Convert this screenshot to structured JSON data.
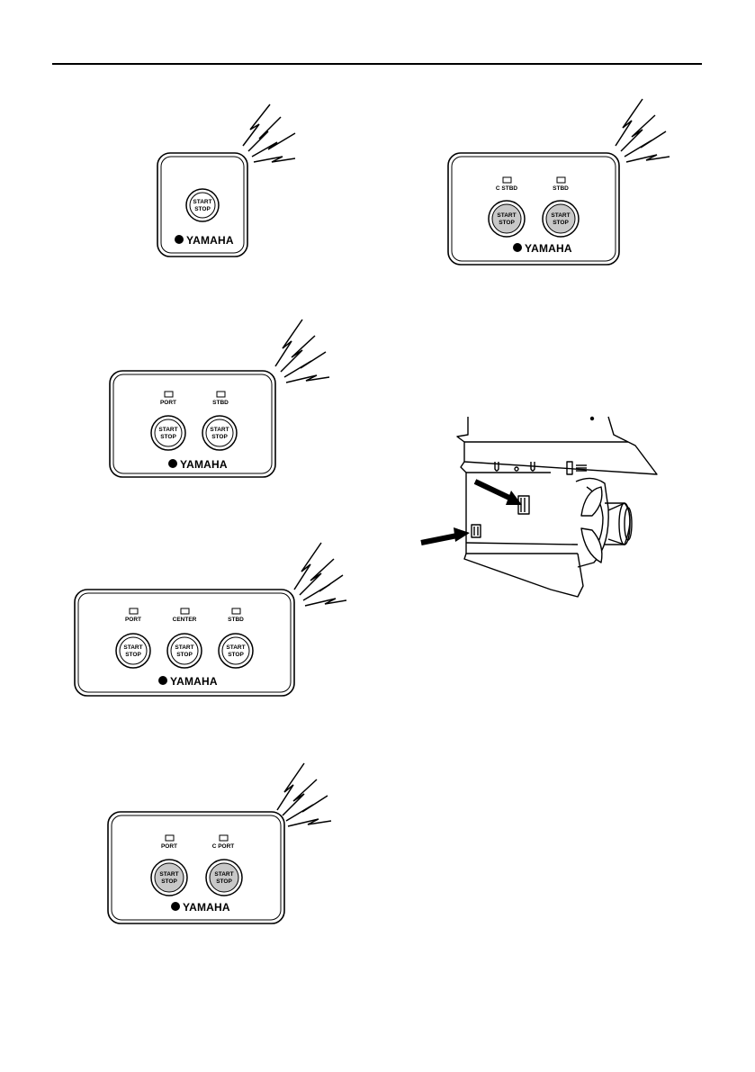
{
  "brand": "YAMAHA",
  "button": {
    "line1": "START",
    "line2": "STOP"
  },
  "panels": {
    "single": {},
    "port_stbd": {
      "labels": [
        "PORT",
        "STBD"
      ]
    },
    "triple": {
      "labels": [
        "PORT",
        "CENTER",
        "STBD"
      ]
    },
    "port_cport": {
      "labels": [
        "PORT",
        "C PORT"
      ]
    },
    "cstbd_stbd": {
      "labels": [
        "C STBD",
        "STBD"
      ]
    }
  }
}
